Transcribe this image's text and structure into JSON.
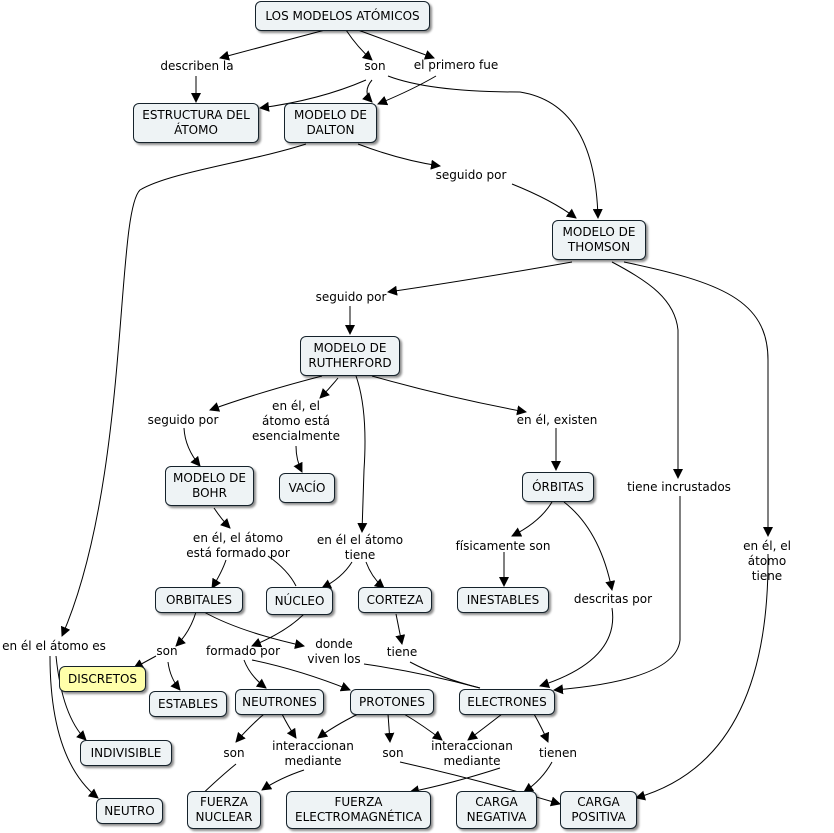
{
  "colors": {
    "node_fill": "#eef3f5",
    "highlight_fill": "#ffffaa",
    "stroke": "#15222b"
  },
  "nodes": {
    "modelos": "LOS MODELOS ATÓMICOS",
    "estructura": "ESTRUCTURA DEL\nÁTOMO",
    "dalton": "MODELO DE\nDALTON",
    "thomson": "MODELO DE\nTHOMSON",
    "rutherford": "MODELO DE\nRUTHERFORD",
    "bohr": "MODELO DE\nBOHR",
    "vacio": "VACÍO",
    "orbitas": "ÓRBITAS",
    "orbitales": "ORBITALES",
    "nucleo": "NÚCLEO",
    "corteza": "CORTEZA",
    "inestables": "INESTABLES",
    "discretos": "DISCRETOS",
    "estables": "ESTABLES",
    "neutrones": "NEUTRONES",
    "protones": "PROTONES",
    "electrones": "ELECTRONES",
    "indivisible": "INDIVISIBLE",
    "neutro": "NEUTRO",
    "fuerza_nuclear": "FUERZA\nNUCLEAR",
    "fuerza_em": "FUERZA\nELECTROMAGNÉTICA",
    "carga_negativa": "CARGA\nNEGATIVA",
    "carga_positiva": "CARGA\nPOSITIVA"
  },
  "links": {
    "describen": "describen la",
    "son_top": "son",
    "primero": "el primero fue",
    "seguido1": "seguido por",
    "seguido2": "seguido por",
    "seguido3": "seguido por",
    "vacio_link": "en él, el\nátomo está\nesencialmente",
    "existen": "en él, existen",
    "formado": "en él, el átomo\nestá formado por",
    "tiene_nucleo": "en él el átomo\ntiene",
    "fisicamente": "físicamente son",
    "descritas": "descritas por",
    "incrustados": "tiene incrustados",
    "atomo_tiene": "en él, el átomo tiene",
    "atomo_es": "en él el átomo es",
    "son_orb": "son",
    "formado_por": "formado por",
    "donde": "donde\nviven los",
    "tiene_corteza": "tiene",
    "son_neutrones": "son",
    "inter1": "interaccionan\nmediante",
    "son_protones": "son",
    "inter2": "interaccionan\nmediante",
    "tienen": "tienen"
  }
}
